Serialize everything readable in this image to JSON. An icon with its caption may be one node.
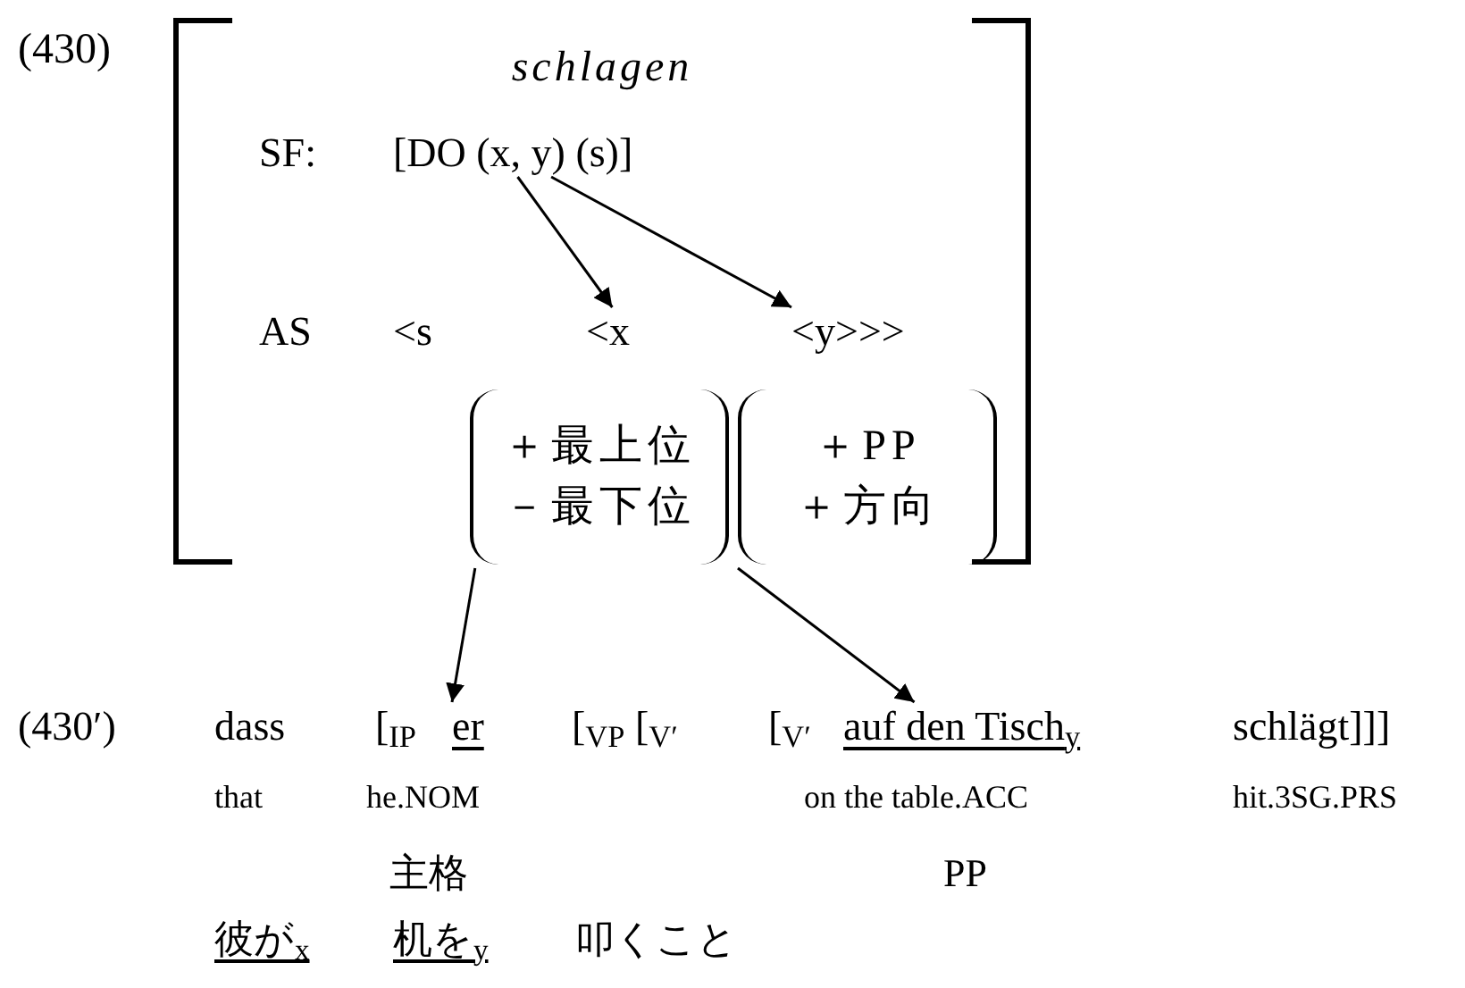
{
  "diagram": {
    "nodes": [
      {
        "text": [
          "schlagen"
        ]
      },
      {
        "text": [
          "[DO (x, y) (s)]"
        ],
        "in": 0
      },
      {
        "text": [
          "<x"
        ],
        "in": 0
      },
      {
        "text": [
          "<y>>>"
        ],
        "in": 0
      },
      {
        "text": [
          "＋最上位",
          "－最下位"
        ],
        "in": 0
      },
      {
        "text": [
          "＋PP",
          "＋方向"
        ],
        "in": 0
      },
      {
        "text": [
          "er"
        ]
      },
      {
        "text": [
          "auf den Tisch$_{y}$"
        ]
      }
    ],
    "edges": [
      {
        "from": 1,
        "to": 2,
        "arrow": "to"
      },
      {
        "from": 1,
        "to": 3,
        "arrow": "to"
      },
      {
        "from": 4,
        "to": 6,
        "arrow": "to"
      },
      {
        "from": 5,
        "to": 7,
        "arrow": "to"
      }
    ],
    "labels": [
      "(430)",
      "SF:",
      "AS",
      "<s",
      "(430′)",
      "dass",
      "[$_{IP}$",
      "[$_{VP}$ [$_{V′}$",
      "[$_{V′}$",
      "schlägt]]]",
      "that",
      "he.NOM",
      "on the table.ACC",
      "hit.3SG.PRS",
      "主格",
      "PP",
      "彼が$_{x}$",
      "机を$_{y}$",
      "叩くこと"
    ]
  }
}
